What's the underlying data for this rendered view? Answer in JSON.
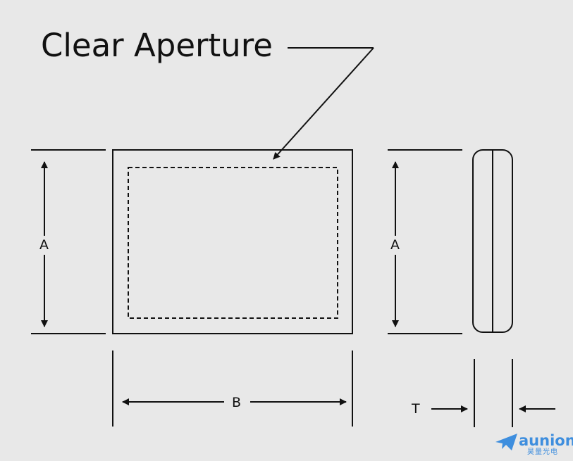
{
  "diagram": {
    "callout_label": "Clear Aperture",
    "labels": {
      "height_front": "A",
      "width": "B",
      "height_side": "A",
      "thickness": "T"
    }
  },
  "brand": {
    "name": "aunion",
    "subtitle": "昊量光电",
    "color": "#3e8ede"
  }
}
